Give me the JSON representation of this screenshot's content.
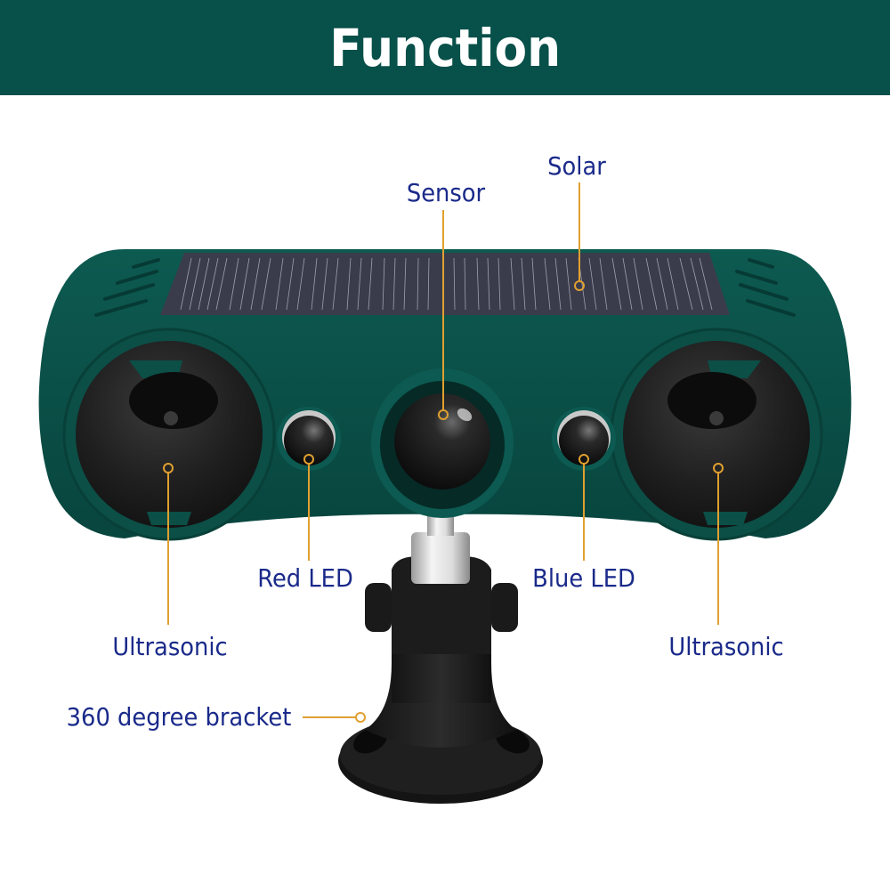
{
  "header": {
    "title": "Function"
  },
  "colors": {
    "header_bg": "#08504a",
    "device_body": "#0a4d45",
    "label_text": "#1a2a8a",
    "callout_line": "#e0a030",
    "solar_panel": "#3a3c4c"
  },
  "labels": {
    "solar": "Solar",
    "sensor": "Sensor",
    "red_led": "Red LED",
    "blue_led": "Blue LED",
    "ultrasonic_left": "Ultrasonic",
    "ultrasonic_right": "Ultrasonic",
    "bracket": "360 degree bracket"
  },
  "icons": {
    "callout_marker": "circle-marker-icon",
    "product": "solar-animal-repeller-device"
  }
}
